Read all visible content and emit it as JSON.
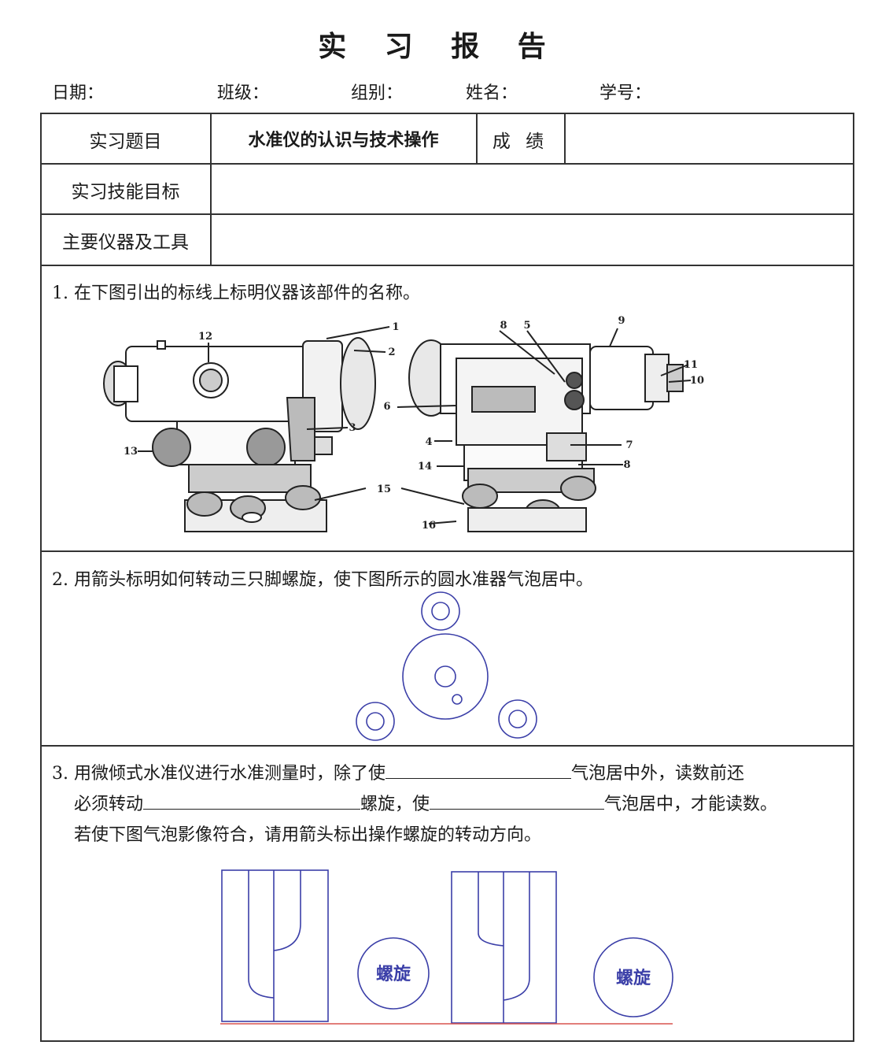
{
  "title": "实 习 报 告",
  "meta": {
    "date_label": "日期：",
    "class_label": "班级：",
    "group_label": "组别：",
    "name_label": "姓名：",
    "id_label": "学号："
  },
  "table": {
    "topic_label": "实习题目",
    "topic_value": "水准仪的认识与技术操作",
    "score_label": "成 绩",
    "skill_label": "实习技能目标",
    "tools_label": "主要仪器及工具"
  },
  "questions": {
    "q1": "1. 在下图引出的标线上标明仪器该部件的名称。",
    "q2": "2. 用箭头标明如何转动三只脚螺旋，使下图所示的圆水准器气泡居中。",
    "q3_line1_a": "3. 用微倾式水准仪进行水准测量时，除了使",
    "q3_line1_b": "气泡居中外，读数前还",
    "q3_line2_a": "必须转动",
    "q3_line2_b": "螺旋，使",
    "q3_line2_c": "气泡居中，才能读数。",
    "q3_line3": "若使下图气泡影像符合，请用箭头标出操作螺旋的转动方向。"
  },
  "figure_labels": [
    "1",
    "2",
    "3",
    "4",
    "5",
    "6",
    "7",
    "8",
    "9",
    "10",
    "11",
    "12",
    "13",
    "14",
    "15",
    "16"
  ],
  "knob_label_left": "螺旋",
  "knob_label_right": "螺旋",
  "colors": {
    "diagram_blue": "#3b3fa8",
    "red_line": "#d9534f"
  }
}
